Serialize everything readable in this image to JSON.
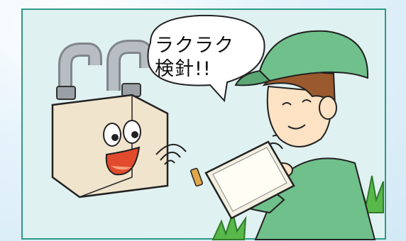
{
  "speech_bubble": {
    "line1": "ラクラク",
    "line2": "検針!!"
  },
  "colors": {
    "frame_border": "#2e9a86",
    "panel_background": "#dff1f0",
    "cap_and_shirt": "#6fc08a",
    "meter_body": "#f1e4cc",
    "pipes": "#9aa0a6",
    "grass": "#58b84a"
  },
  "icons": [
    "gas-meter-character",
    "worker-character",
    "tablet-device",
    "wireless-signal-icon",
    "grass-tuft"
  ]
}
